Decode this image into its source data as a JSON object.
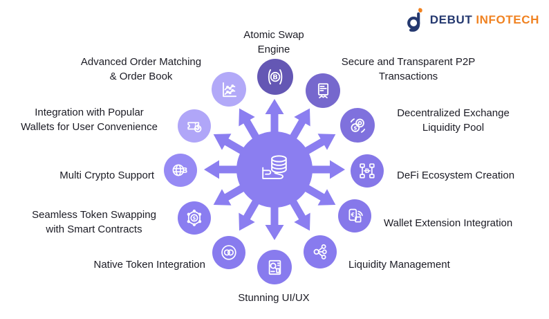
{
  "brand": {
    "text_debut": "DEBUT",
    "text_infotech": "INFOTECH",
    "debut_color": "#24386f",
    "infotech_color": "#f08221"
  },
  "diagram": {
    "type": "hub-and-spoke-features",
    "arrow_color": "#8b7ef0",
    "hub": {
      "icon": "crypto-assets-in-hand-icon",
      "color": "#8b7ef0"
    },
    "nodes": [
      {
        "label": "Atomic Swap Engine",
        "lines": [
          "Atomic Swap",
          "Engine"
        ],
        "icon": "atomic-swap-icon",
        "color": "#6457b4"
      },
      {
        "label": "Secure and Transparent P2P Transactions",
        "lines": [
          "Secure and Transparent P2P",
          "Transactions"
        ],
        "icon": "p2p-transactions-document-icon",
        "color": "#7668cd"
      },
      {
        "label": "Decentralized Exchange Liquidity Pool",
        "lines": [
          "Decentralized Exchange",
          "Liquidity Pool"
        ],
        "icon": "liquidity-pool-coins-icon",
        "color": "#7f71dd"
      },
      {
        "label": "DeFi Ecosystem Creation",
        "lines": [
          "DeFi Ecosystem Creation"
        ],
        "icon": "defi-network-icon",
        "color": "#8577e8"
      },
      {
        "label": "Wallet Extension Integration",
        "lines": [
          "Wallet Extension Integration"
        ],
        "icon": "wallet-extension-phone-icon",
        "color": "#8678ea"
      },
      {
        "label": "Liquidity Management",
        "lines": [
          "Liquidity Management"
        ],
        "icon": "share-nodes-icon",
        "color": "#887bee"
      },
      {
        "label": "Stunning UI/UX",
        "lines": [
          "Stunning UI/UX"
        ],
        "icon": "ui-wireframe-icon",
        "color": "#887bee"
      },
      {
        "label": "Native Token Integration",
        "lines": [
          "Native Token Integration"
        ],
        "icon": "interlocked-rings-icon",
        "color": "#887bee"
      },
      {
        "label": "Seamless Token Swapping with Smart Contracts",
        "lines": [
          "Seamless Token Swapping",
          "with Smart Contracts"
        ],
        "icon": "smart-contract-hexagon-icon",
        "color": "#8a7df0"
      },
      {
        "label": "Multi Crypto Support",
        "lines": [
          "Multi Crypto Support"
        ],
        "icon": "globe-bitcoin-icon",
        "color": "#968af4"
      },
      {
        "label": "Integration with Popular Wallets for User Convenience",
        "lines": [
          "Integration with Popular",
          "Wallets for User Convenience"
        ],
        "icon": "ticket-check-icon",
        "color": "#b0a6f8"
      },
      {
        "label": "Advanced Order Matching & Order Book",
        "lines": [
          "Advanced Order Matching",
          "& Order Book"
        ],
        "icon": "order-book-chart-icon",
        "color": "#b2a9f8"
      }
    ]
  }
}
